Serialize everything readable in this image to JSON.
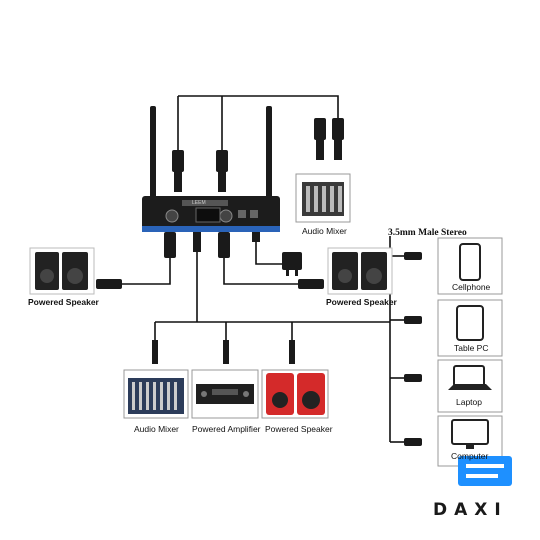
{
  "receiver": {
    "brand_tag": "LEEM"
  },
  "labels": {
    "audio_mixer_top": "Audio Mixer",
    "powered_speaker_left": "Powered Speaker",
    "powered_speaker_right": "Powered Speaker",
    "stereo_jack": "3.5mm Male Stereo",
    "audio_mixer_bottom": "Audio Mixer",
    "powered_amplifier": "Powered Amplifier",
    "powered_speaker_bottom": "Powered Speaker",
    "cellphone": "Cellphone",
    "tablet_pc": "Table PC",
    "laptop": "Laptop",
    "computer": "Computer"
  },
  "logo": {
    "text": "DAXI",
    "color": "#1e90ff"
  },
  "colors": {
    "wire": "#111111",
    "speaker_red": "#d42a2a",
    "receiver_body": "#1c1c1c"
  }
}
